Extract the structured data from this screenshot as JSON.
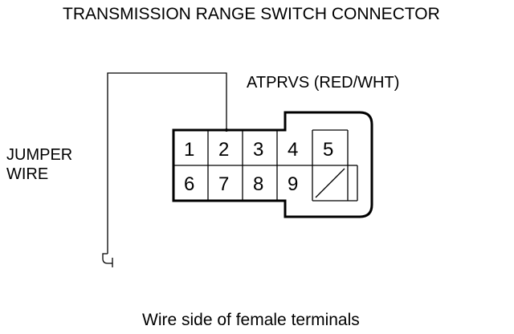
{
  "title": "TRANSMISSION RANGE SWITCH CONNECTOR",
  "wire_label": "ATPRVS (RED/WHT)",
  "jumper_label": [
    "JUMPER",
    "WIRE"
  ],
  "caption": "Wire side of female terminals",
  "pins_top": [
    "1",
    "2",
    "3",
    "4",
    "5"
  ],
  "pins_bottom": [
    "6",
    "7",
    "8",
    "9"
  ]
}
